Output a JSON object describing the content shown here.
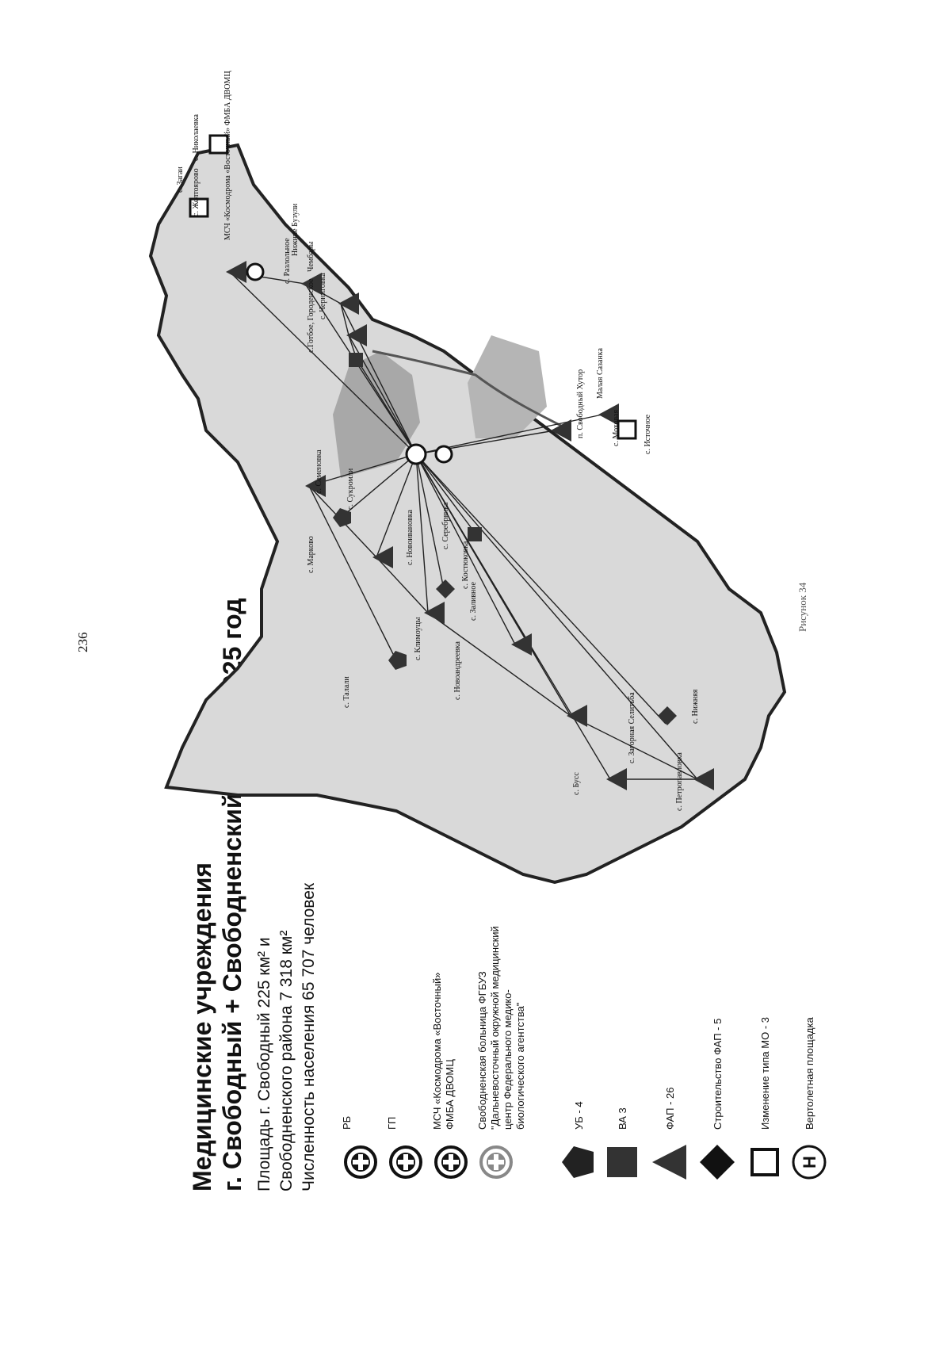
{
  "page_number": "236",
  "title_line1": "Медицинские учреждения",
  "title_line2": "г. Свободный + Свободненский район 2025 год",
  "info": {
    "area_city": "Площадь г. Свободный 225 км² и",
    "area_district": "Свободненского района 7 318 км²",
    "population": "Численность населения 65 707 человек"
  },
  "legend": [
    {
      "icon": "circle-plus-icon",
      "text": "РБ"
    },
    {
      "icon": "circle-plus-icon",
      "text": "ГП"
    },
    {
      "icon": "circle-plus-icon",
      "text": "МСЧ «Космодрома «Восточный» ФМБА ДВОМЦ"
    },
    {
      "icon": "circle-plus-icon",
      "text": "Свободненская больница ФГБУЗ \"Дальневосточный окружной медицинский центр Федерального медико-биологического агентства\""
    },
    {
      "icon": "pentagon-icon",
      "text": "УБ - 4"
    },
    {
      "icon": "square-icon",
      "text": "ВА 3"
    },
    {
      "icon": "triangle-icon",
      "text": "ФАП - 26"
    },
    {
      "icon": "diamond-icon",
      "text": "Строительство ФАП - 5"
    },
    {
      "icon": "hollow-square-icon",
      "text": "Изменение типа МО - 3"
    },
    {
      "icon": "helipad-icon",
      "text": "Вертолетная площадка"
    }
  ],
  "map_labels": {
    "gotoboe": "с.Готбое, Городенское",
    "razdolnoe": "с. Разлольное",
    "chernigovka": "с. Черниговка",
    "nizhnie_buzuli": "Нижние Бузули",
    "chembary": "Чембары",
    "msch_label": "МСЧ «Космодрома «Восточный» ФМБА ДВОМЦ",
    "zagan": "с. Загаи",
    "nikolaevka": "с. Николаевка",
    "zheltoyarovo": "с. Желтоярово",
    "mokhanovo": "с. Моховая",
    "istochnoe": "с. Источное",
    "svobodny_hutor": "п. Свободный Хутор",
    "malaya_sazanka": "Малая Сазанка",
    "novoivanovka": "с. Новоивановка",
    "kostyukovka": "с. Костюковка",
    "serebryanka": "с. Серебрянка",
    "sukromli": "с. Сукромли",
    "semenovka": "с. Семеновка",
    "markovo": "с. Марково",
    "klimoutsy": "с. Климоуцы",
    "zheltoyarovo2": "с. Заливное",
    "tambovka": "с. Талали",
    "novoandreevka": "с. Новоандреевка",
    "zagorodnaya": "с. Загорная Селитьба",
    "buss": "с. Бусс",
    "petropavlovka": "с. Петропавловка",
    "nizhnyaya": "с. Нижняя",
    "figure_caption": "Рисунок 34"
  },
  "colors": {
    "map_fill": "#d9d9d9",
    "map_dark": "#3a3a3a",
    "lines": "#222222"
  }
}
